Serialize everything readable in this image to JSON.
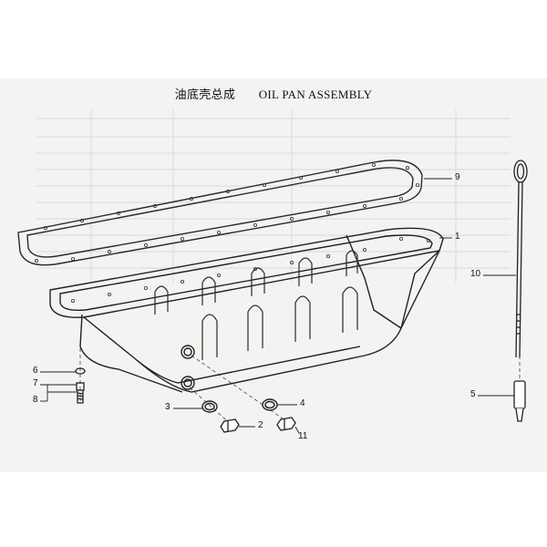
{
  "title": {
    "cn": "油底壳总成",
    "en": "OIL PAN ASSEMBLY"
  },
  "callouts": [
    {
      "id": "1",
      "text": "1"
    },
    {
      "id": "2",
      "text": "2"
    },
    {
      "id": "3",
      "text": "3"
    },
    {
      "id": "4",
      "text": "4"
    },
    {
      "id": "5",
      "text": "5"
    },
    {
      "id": "6",
      "text": "6"
    },
    {
      "id": "7",
      "text": "7"
    },
    {
      "id": "8",
      "text": "8"
    },
    {
      "id": "9",
      "text": "9"
    },
    {
      "id": "10",
      "text": "10"
    },
    {
      "id": "11",
      "text": "11"
    }
  ]
}
